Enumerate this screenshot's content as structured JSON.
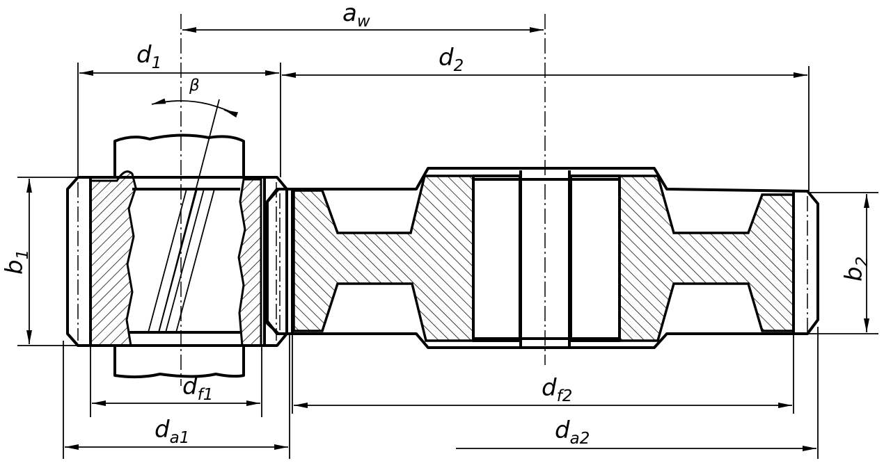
{
  "labels": {
    "aw": {
      "base": "a",
      "sub": "w"
    },
    "d1": {
      "base": "d",
      "sub": "1"
    },
    "d2": {
      "base": "d",
      "sub": "2"
    },
    "beta": "β",
    "b1": {
      "base": "b",
      "sub": "1"
    },
    "b2": {
      "base": "b",
      "sub": "2"
    },
    "df1": {
      "base": "d",
      "sub": "f1"
    },
    "df2": {
      "base": "d",
      "sub": "f2"
    },
    "da1": {
      "base": "d",
      "sub": "a1"
    },
    "da2": {
      "base": "d",
      "sub": "a2"
    }
  }
}
